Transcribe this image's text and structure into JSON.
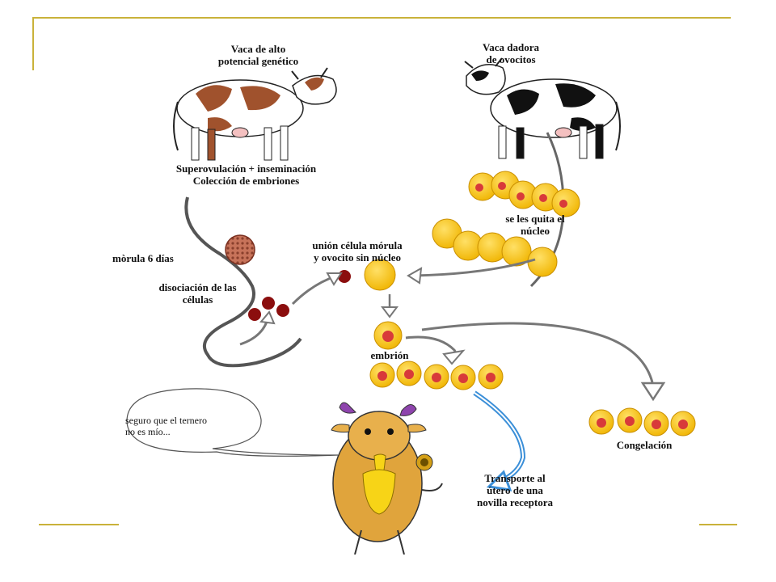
{
  "labels": {
    "donor_cow": [
      "Vaca de alto",
      "potencial genético"
    ],
    "oocyte_cow": [
      "Vaca dadora",
      "de ovocitos"
    ],
    "superovulation": [
      "Superovulación + inseminación",
      "Colección de embriones"
    ],
    "nucleus_removed": [
      "se les quita el",
      "núcleo"
    ],
    "morula": "mòrula 6 días",
    "union": [
      "unión célula mórula",
      "y ovocito sin núcleo"
    ],
    "dissociation": [
      "disociación de las",
      "células"
    ],
    "embryo": "embrión",
    "freezing": "Congelación",
    "transport": [
      "Transporte al",
      "útero de una",
      "novilla receptora"
    ],
    "speech": [
      "seguro que el ternero",
      "no es mío..."
    ]
  },
  "colors": {
    "accent_line": "#c9b23a",
    "cell_fill": "#f5c518",
    "nucleus": "#d83a3a",
    "morula": "#b8604a",
    "blastomere": "#8b0e0e",
    "arrow_gray": "#8a8a8a",
    "arrow_blue": "#3b8fd8"
  }
}
